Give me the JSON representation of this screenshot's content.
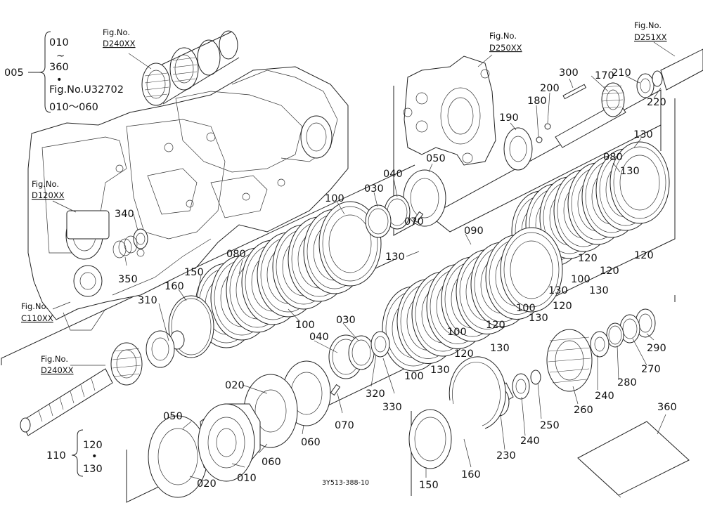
{
  "group_005": {
    "number": "005",
    "line1": "010",
    "line2": "~",
    "line3": "360",
    "line4": "•",
    "line5": "Fig.No.U32702",
    "line6": "010～060"
  },
  "group_110": {
    "number": "110",
    "line1": "120",
    "line2": "•",
    "line3": "130"
  },
  "fig_refs": [
    {
      "head": "Fig.No.",
      "code": "D240XX"
    },
    {
      "head": "Fig.No.",
      "code": "D250XX"
    },
    {
      "head": "Fig.No.",
      "code": "D251XX"
    },
    {
      "head": "Fig.No.",
      "code": "D120XX"
    },
    {
      "head": "Fig.No.",
      "code": "C110XX"
    },
    {
      "head": "Fig.No.",
      "code": "D240XX"
    }
  ],
  "callouts": [
    "170",
    "210",
    "300",
    "200",
    "180",
    "190",
    "220",
    "130",
    "080",
    "050",
    "040",
    "030",
    "100",
    "070",
    "130",
    "340",
    "350",
    "080",
    "150",
    "160",
    "310",
    "100",
    "090",
    "130",
    "120",
    "100",
    "120",
    "130",
    "100",
    "120",
    "130",
    "120",
    "130",
    "100",
    "120",
    "130",
    "120",
    "130",
    "040",
    "030",
    "100",
    "320",
    "330",
    "020",
    "070",
    "060",
    "050",
    "060",
    "010",
    "020",
    "290",
    "270",
    "280",
    "240",
    "260",
    "250",
    "240",
    "230",
    "160",
    "150",
    "360"
  ],
  "drawing_code": "3Y513-388-10",
  "icons": [
    "exploded-assembly-drawing"
  ]
}
